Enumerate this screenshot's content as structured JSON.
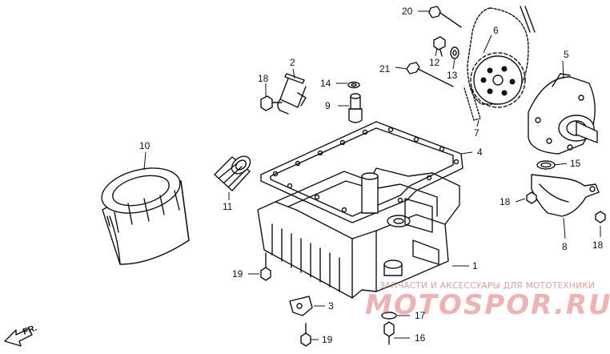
{
  "diagram": {
    "callouts": [
      {
        "id": "1",
        "label": "1"
      },
      {
        "id": "2",
        "label": "2"
      },
      {
        "id": "3",
        "label": "3"
      },
      {
        "id": "4",
        "label": "4"
      },
      {
        "id": "5",
        "label": "5"
      },
      {
        "id": "6",
        "label": "6"
      },
      {
        "id": "7",
        "label": "7"
      },
      {
        "id": "8",
        "label": "8"
      },
      {
        "id": "9",
        "label": "9"
      },
      {
        "id": "10",
        "label": "10"
      },
      {
        "id": "11",
        "label": "11"
      },
      {
        "id": "12",
        "label": "12"
      },
      {
        "id": "13",
        "label": "13"
      },
      {
        "id": "14",
        "label": "14"
      },
      {
        "id": "15",
        "label": "15"
      },
      {
        "id": "16",
        "label": "16"
      },
      {
        "id": "17",
        "label": "17"
      },
      {
        "id": "18a",
        "label": "18"
      },
      {
        "id": "18b",
        "label": "18"
      },
      {
        "id": "18c",
        "label": "18"
      },
      {
        "id": "19a",
        "label": "19"
      },
      {
        "id": "19b",
        "label": "19"
      },
      {
        "id": "20",
        "label": "20"
      },
      {
        "id": "21",
        "label": "21"
      }
    ],
    "direction_marker": "FR.",
    "watermark": {
      "caption": "ЗАПЧАСТИ И АКСЕССУАРЫ ДЛЯ МОТОТЕХНИКИ",
      "brand": "MOTOSPOR.RU"
    }
  }
}
